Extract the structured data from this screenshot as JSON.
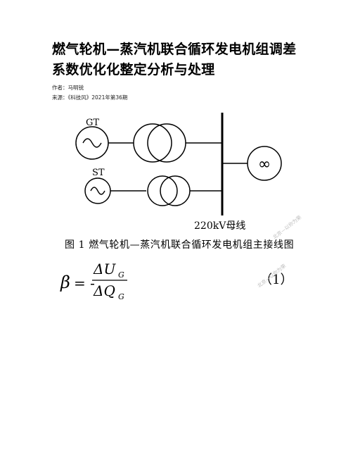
{
  "document": {
    "title": "燃气轮机—蒸汽机联合循环发电机组调差系数优化化整定分析与处理",
    "author_line": "作者：马明锐",
    "source_line": "来源：《科技风》2021年第36期"
  },
  "figure": {
    "gt_label": "GT",
    "st_label": "ST",
    "infinity_symbol": "∞",
    "bus_label": "220kV母线",
    "caption": "图 1 燃气轮机—蒸汽机联合循环发电机组主接线图"
  },
  "equation": {
    "lhs": "β",
    "equals": "= -",
    "numerator": "ΔU",
    "numerator_sub": "G",
    "denominator": "ΔQ",
    "denominator_sub": "G",
    "number": "（1）"
  },
  "watermark": {
    "text_1": "北京—以你为荣",
    "text_2": "北京—以你为荣"
  }
}
